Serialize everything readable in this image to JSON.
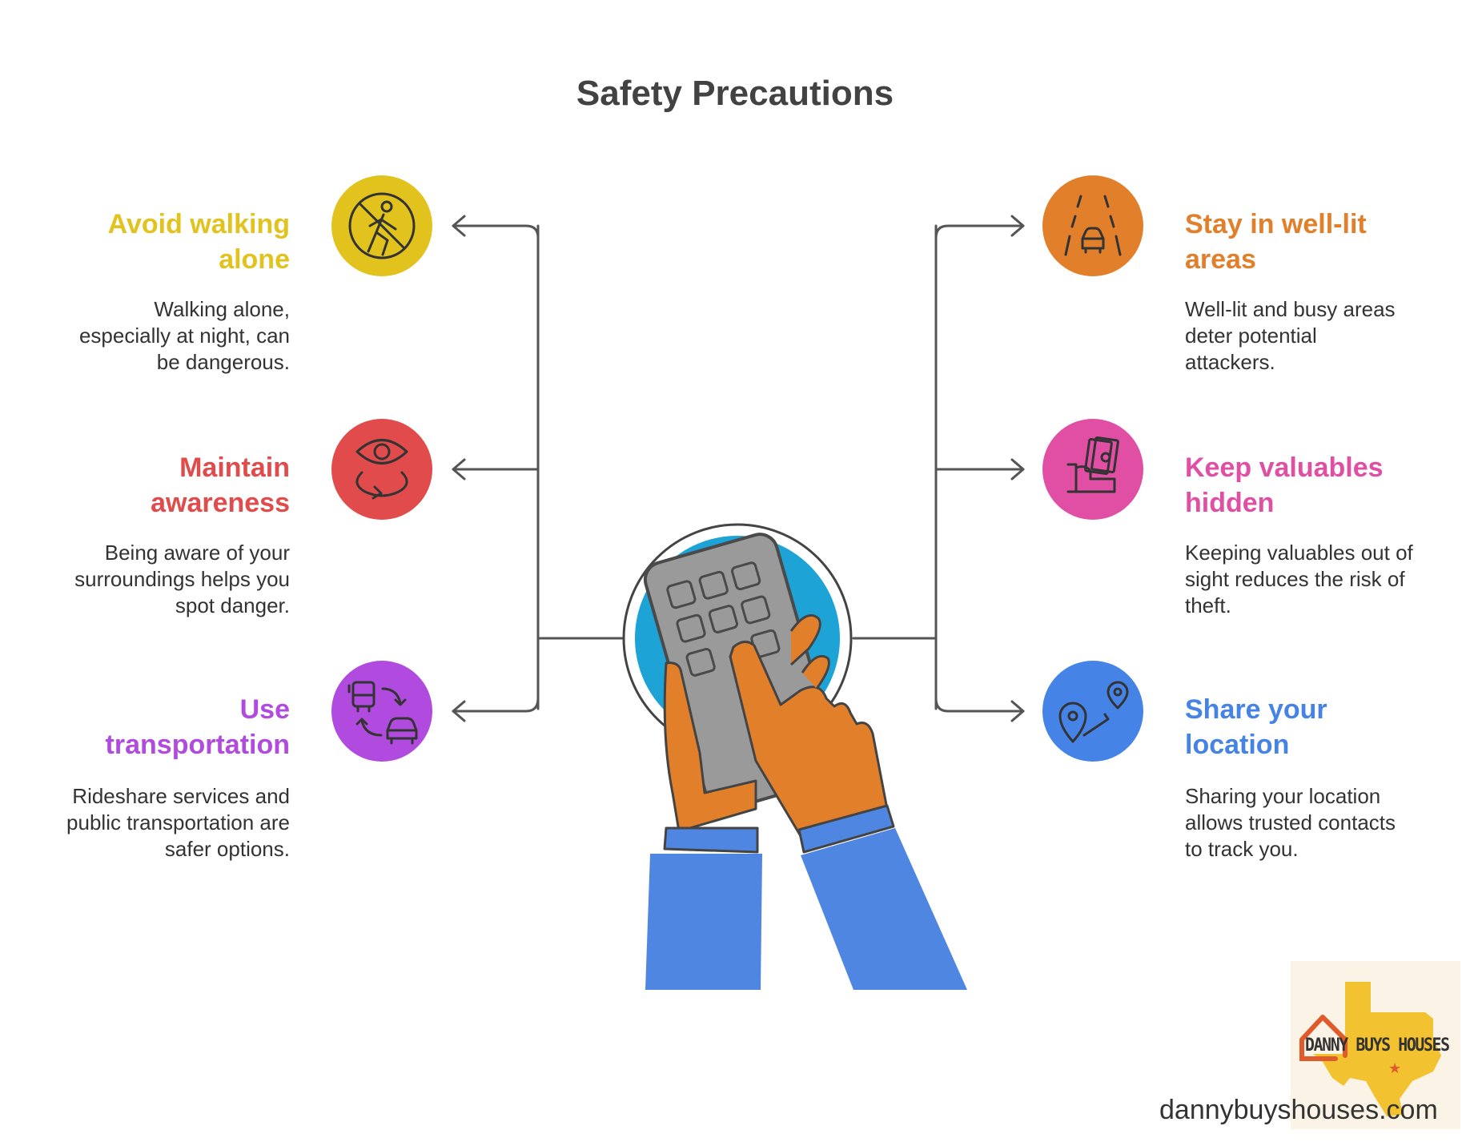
{
  "title": "Safety Precautions",
  "colors": {
    "yellow": "#e2c31e",
    "red": "#e14b4b",
    "purple": "#b14be0",
    "orange": "#e27f2b",
    "pink": "#e14fa4",
    "blue": "#4583e6",
    "hub": "#1ea3d6",
    "sleeve": "#4f86e2"
  },
  "left_items": [
    {
      "title_line1": "Avoid walking",
      "title_line2": "alone",
      "desc_lines": [
        "Walking alone,",
        "especially at night, can",
        "be dangerous."
      ],
      "icon": "no-pedestrian-icon"
    },
    {
      "title_line1": "Maintain",
      "title_line2": "awareness",
      "desc_lines": [
        "Being aware of your",
        "surroundings helps you",
        "spot danger."
      ],
      "icon": "eye-rotate-icon"
    },
    {
      "title_line1": "Use",
      "title_line2": "transportation",
      "desc_lines": [
        "Rideshare services and",
        "public transportation are",
        "safer options."
      ],
      "icon": "bus-car-swap-icon"
    }
  ],
  "right_items": [
    {
      "title_line1": "Stay in well-lit",
      "title_line2": "areas",
      "desc_lines": [
        "Well-lit and busy areas",
        "deter potential",
        "attackers."
      ],
      "icon": "road-car-icon"
    },
    {
      "title_line1": "Keep valuables",
      "title_line2": "hidden",
      "desc_lines": [
        "Keeping valuables out of",
        "sight reduces the risk of",
        "theft."
      ],
      "icon": "hand-money-icon"
    },
    {
      "title_line1": "Share your",
      "title_line2": "location",
      "desc_lines": [
        "Sharing your location",
        "allows trusted contacts",
        "to track you."
      ],
      "icon": "location-route-icon"
    }
  ],
  "logo": {
    "text": "DANNY BUYS HOUSES"
  },
  "url": "dannybuyshouses.com"
}
